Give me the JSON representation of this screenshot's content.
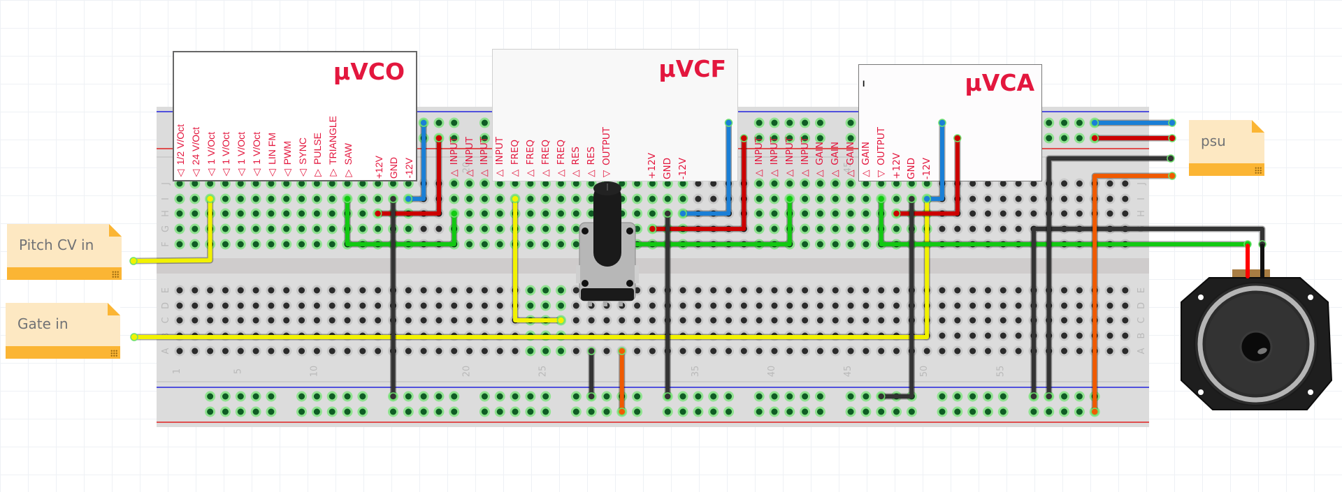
{
  "notes": [
    {
      "id": "pitch",
      "label": "Pitch CV in"
    },
    {
      "id": "gate",
      "label": "Gate in"
    },
    {
      "id": "psu",
      "label": "psu"
    }
  ],
  "modules": {
    "vco": {
      "title": "µVCO",
      "pins": [
        "△ 1/2 V/Oct",
        "△ 24 V/Oct",
        "△ 1 V/Oct",
        "△ 1 V/Oct",
        "△ 1 V/Oct",
        "△ 1 V/Oct",
        "△ LIN FM",
        "△ PWM",
        "△ SYNC",
        "▽ PULSE",
        "▽ TRIANGLE",
        "▽ SAW",
        "",
        "+12V",
        "GND",
        "-12V"
      ]
    },
    "vcf": {
      "title": "µVCF",
      "pins": [
        "▷ INPUT",
        "▷ INPUT",
        "▷ INPUT",
        "▷ INPUT",
        "▷ FREQ",
        "▷ FREQ",
        "▷ FREQ",
        "▷ FREQ",
        "▷ RES",
        "▷ RES",
        "◁ OUTPUT",
        "",
        "",
        "+12V",
        "GND",
        "-12V"
      ]
    },
    "vca": {
      "title": "µVCA",
      "cursor": "I",
      "pins": [
        "▷ INPUT",
        "▷ INPUT",
        "▷ INPUT",
        "▷ INPUT",
        "▷ GAIN",
        "▷ GAIN",
        "▷ GAIN",
        "▷ GAIN",
        "◁ OUTPUT",
        "+12V",
        "GND",
        "-12V"
      ]
    }
  },
  "breadboard": {
    "columns": 63,
    "row_labels_top": [
      "J",
      "I",
      "H",
      "G",
      "F"
    ],
    "row_labels_bottom": [
      "E",
      "D",
      "C",
      "B",
      "A"
    ],
    "column_numbers": [
      "1",
      "5",
      "10",
      "20",
      "25",
      "35",
      "40",
      "45",
      "50",
      "55"
    ]
  },
  "wire_colors": {
    "yellow": "#f2f200",
    "green": "#12c912",
    "red": "#cc0000",
    "blue": "#1a7fd6",
    "black": "#333333",
    "orange": "#f05a00"
  },
  "components": {
    "potentiometer": "rotary-potentiometer",
    "speaker": "loudspeaker"
  }
}
